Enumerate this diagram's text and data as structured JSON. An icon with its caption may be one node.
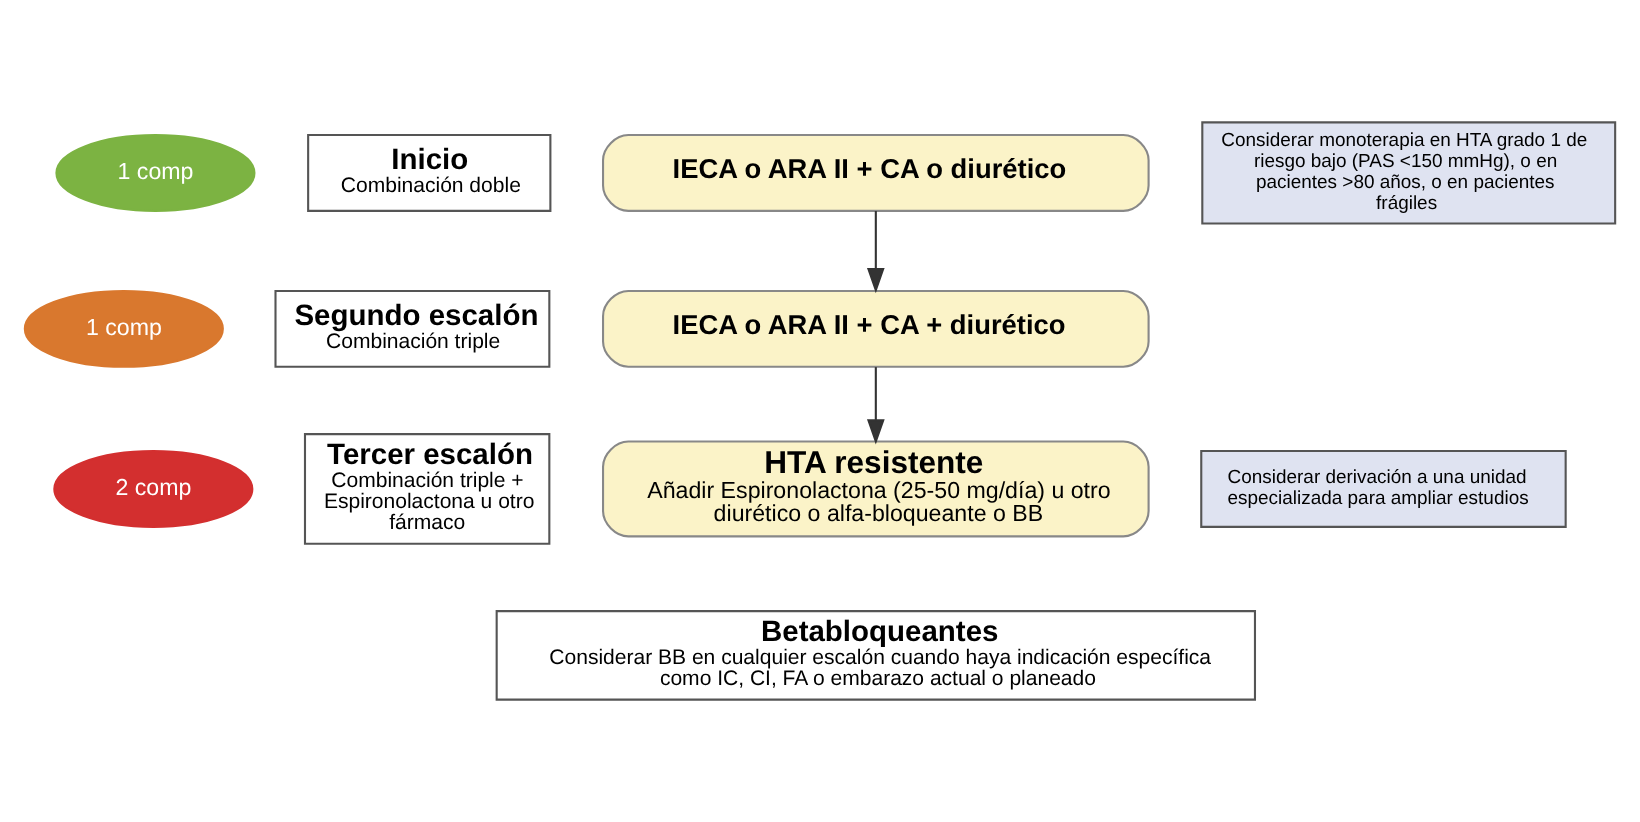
{
  "diagram": {
    "nodes": [
      {
        "text": [
          "1 comp"
        ]
      },
      {
        "text": [
          "1 comp"
        ]
      },
      {
        "text": [
          "2 comp"
        ]
      },
      {
        "text": [
          "Inicio",
          "Combinación doble"
        ]
      },
      {
        "text": [
          "Segundo escalón",
          "Combinación triple"
        ]
      },
      {
        "text": [
          "Tercer escalón",
          "Combinación triple + Espironolactona u otro fármaco"
        ]
      },
      {
        "text": [
          "IECA o ARA II + CA o diurético"
        ]
      },
      {
        "text": [
          "IECA o ARA II + CA + diurético"
        ]
      },
      {
        "text": [
          "HTA resistente",
          "Añadir Espironolactona (25-50 mg/día) u otro diurético o alfa-bloqueante o BB"
        ]
      },
      {
        "text": [
          "Considerar monoterapia en HTA grado 1 de riesgo bajo (PAS <150 mmHg), o en pacientes >80 años, o en pacientes frágiles"
        ]
      },
      {
        "text": [
          "Considerar derivación a una unidad especializada para ampliar estudios"
        ]
      },
      {
        "text": [
          "Betabloqueantes",
          "Considerar BB en cualquier escalón cuando haya indicación específica como IC, CI, FA o embarazo actual o planeado"
        ]
      }
    ],
    "edges": [
      {
        "from": 6,
        "to": 7,
        "arrow": "to"
      },
      {
        "from": 7,
        "to": 8,
        "arrow": "to"
      }
    ]
  }
}
